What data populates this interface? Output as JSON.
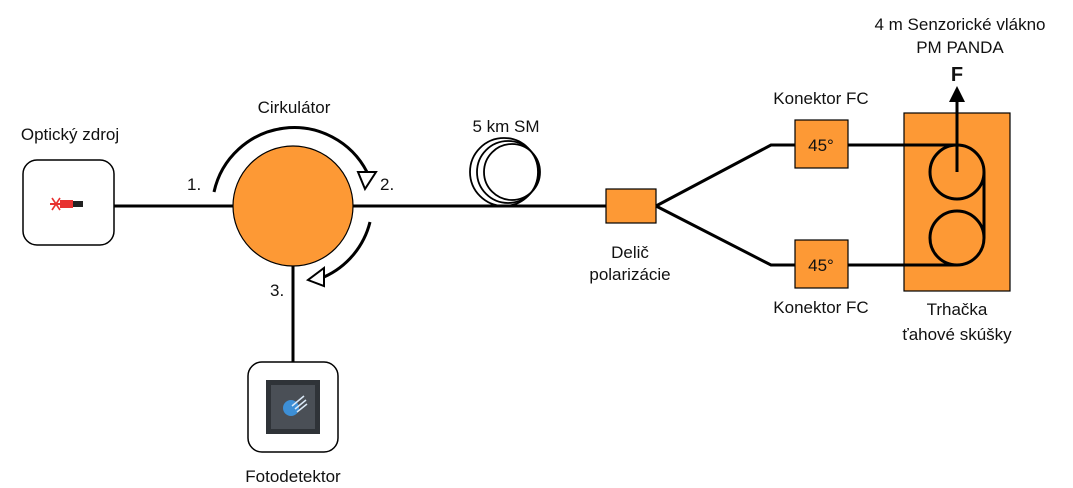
{
  "colors": {
    "component_fill": "#fd9935",
    "line": "#000000",
    "source_laser": "#e8312f",
    "detector_bg": "#4a4f56",
    "detector_sensor": "#3d8fd6"
  },
  "labels": {
    "source": "Optický zdroj",
    "circulator": "Cirkulátor",
    "port1": "1.",
    "port2": "2.",
    "port3": "3.",
    "photodetector": "Fotodetektor",
    "sm_fiber": "5 km SM",
    "splitter_line1": "Delič",
    "splitter_line2": "polarizácie",
    "connector_top": "Konektor FC",
    "connector_bottom": "Konektor FC",
    "connector_top_angle": "45°",
    "connector_bottom_angle": "45°",
    "sensor_fiber_line1": "4 m Senzorické vlákno",
    "sensor_fiber_line2": "PM PANDA",
    "force": "F",
    "tester_line1": "Trhačka",
    "tester_line2": "ťahové skúšky"
  },
  "icons": {
    "source": "laser-source-icon",
    "detector": "photodetector-icon"
  }
}
